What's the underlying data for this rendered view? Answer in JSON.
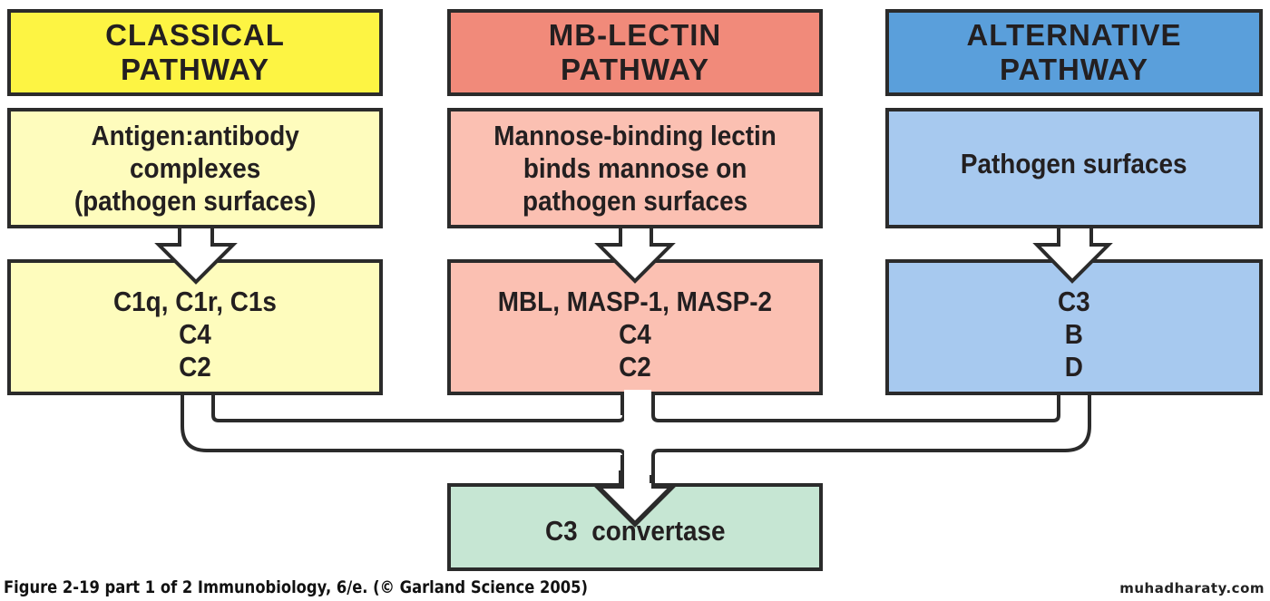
{
  "colors": {
    "classical_header": "#fdf443",
    "classical_body": "#fefcbd",
    "lectin_header": "#f18a7a",
    "lectin_body": "#fbc0b2",
    "alternative_header": "#5a9fdb",
    "alternative_body": "#a7c9ef",
    "convertase": "#c6e6d3",
    "stroke": "#2b2b2b"
  },
  "pathways": [
    {
      "header": [
        "CLASSICAL",
        "PATHWAY"
      ],
      "trigger": [
        "Antigen:antibody",
        "complexes",
        "(pathogen surfaces)"
      ],
      "components": [
        "C1q, C1r, C1s",
        "C4",
        "C2"
      ]
    },
    {
      "header": [
        "MB-LECTIN",
        "PATHWAY"
      ],
      "trigger": [
        "Mannose-binding lectin",
        "binds mannose on",
        "pathogen surfaces"
      ],
      "components": [
        "MBL, MASP-1, MASP-2",
        "C4",
        "C2"
      ]
    },
    {
      "header": [
        "ALTERNATIVE",
        "PATHWAY"
      ],
      "trigger": [
        "Pathogen surfaces"
      ],
      "components": [
        "C3",
        "B",
        "D"
      ]
    }
  ],
  "result": {
    "label": "C3  convertase"
  },
  "caption": "Figure 2-19 part 1 of 2  Immunobiology, 6/e. (© Garland Science 2005)",
  "watermark": "muhadharaty.com"
}
